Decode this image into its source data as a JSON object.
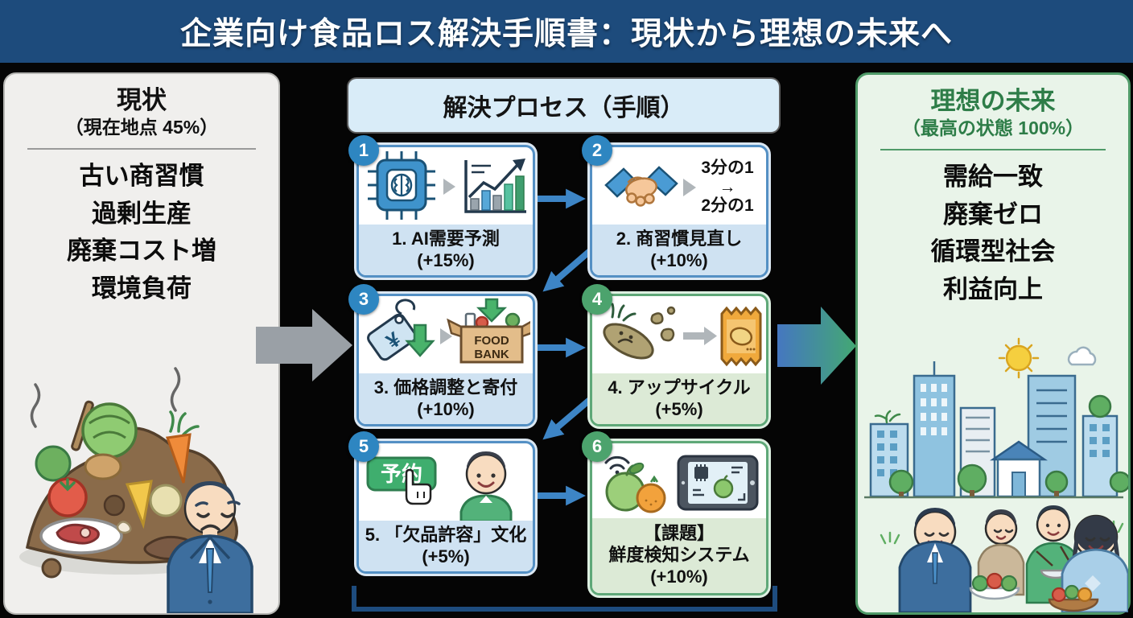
{
  "header": {
    "title": "企業向け食品ロス解決手順書：現状から理想の未来へ"
  },
  "current_panel": {
    "title": "現状",
    "subtitle": "（現在地点 45%）",
    "items": [
      "古い商習慣",
      "過剰生産",
      "廃棄コスト増",
      "環境負荷"
    ]
  },
  "process": {
    "title": "解決プロセス（手順）",
    "steps": [
      {
        "badge": "1",
        "title": "1. AI需要予測",
        "gain": "(+15%)"
      },
      {
        "badge": "2",
        "title": "2. 商習慣見直し",
        "gain": "(+10%)",
        "fraction_from": "3分の1",
        "fraction_arrow": "→",
        "fraction_to": "2分の1"
      },
      {
        "badge": "3",
        "title": "3. 価格調整と寄付",
        "gain": "(+10%)",
        "currency_symbol": "¥",
        "foodbank_word1": "FOOD",
        "foodbank_word2": "BANK"
      },
      {
        "badge": "4",
        "title": "4. アップサイクル",
        "gain": "(+5%)"
      },
      {
        "badge": "5",
        "title": "5. 「欠品許容」文化",
        "gain": "(+5%)",
        "button_label": "予約"
      },
      {
        "badge": "6",
        "title_line1": "【課題】",
        "title_line2": "鮮度検知システム",
        "gain": "(+10%)"
      }
    ]
  },
  "future_panel": {
    "title": "理想の未来",
    "subtitle": "（最高の状態 100%）",
    "items": [
      "需給一致",
      "廃棄ゼロ",
      "循環型社会",
      "利益向上"
    ]
  },
  "colors": {
    "header_bg": "#1d4b7c",
    "badge_blue": "#2e86c1",
    "badge_green": "#4ca36d",
    "arrow_blue": "#3d85c6",
    "arrow_gray": "#9aa0a6",
    "gradient_arrow_start": "#4577c0",
    "gradient_arrow_end": "#43a873",
    "bracket": "#1e4c7e"
  }
}
